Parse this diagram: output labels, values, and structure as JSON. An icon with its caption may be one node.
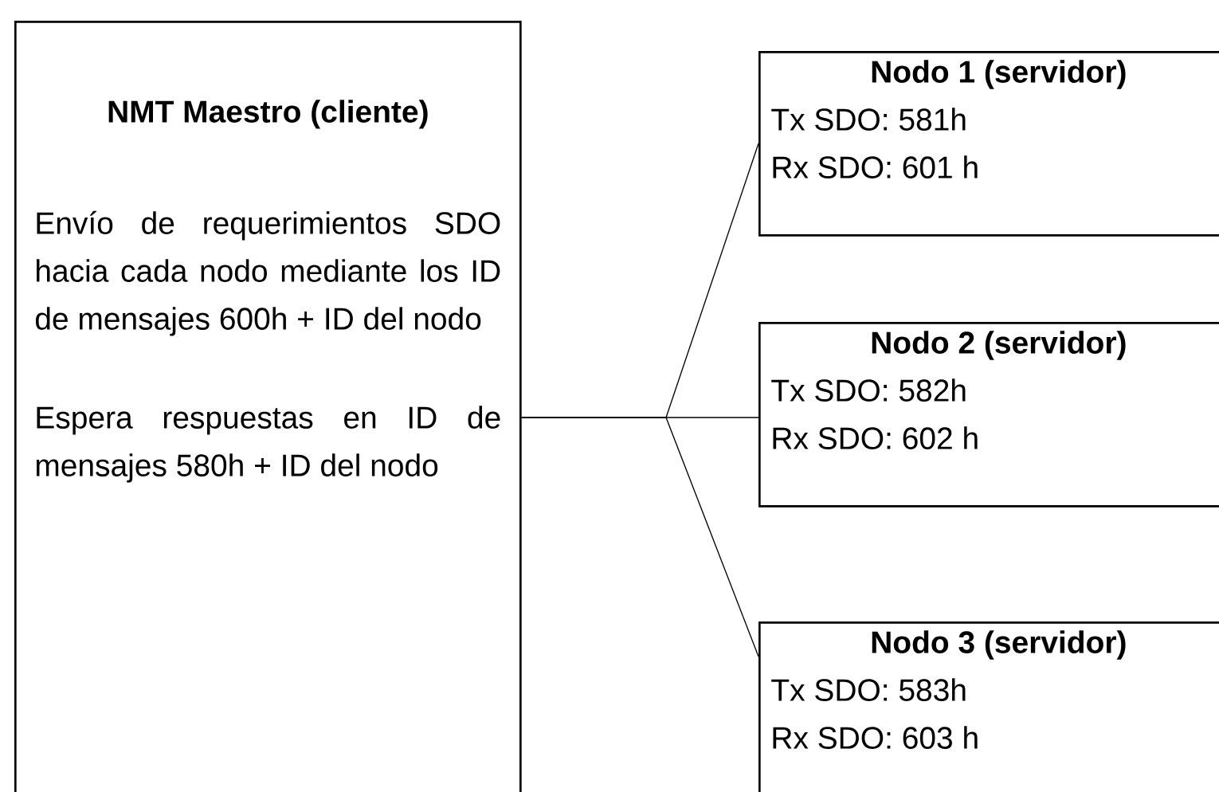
{
  "diagram": {
    "nodes": [
      {
        "text": [
          "NMT Maestro (cliente)",
          "Envío de requerimientos SDO hacia cada nodo mediante los ID de mensajes 600h + ID del nodo",
          "Espera respuestas en ID de mensajes 580h + ID del nodo"
        ]
      },
      {
        "text": [
          "Nodo 1 (servidor)",
          "Tx SDO: 581h",
          "Rx SDO: 601 h"
        ]
      },
      {
        "text": [
          "Nodo 2 (servidor)",
          "Tx SDO: 582h",
          "Rx SDO: 602 h"
        ]
      },
      {
        "text": [
          "Nodo 3 (servidor)",
          "Tx SDO: 583h",
          "Rx SDO: 603 h"
        ]
      }
    ],
    "edges": [
      {
        "from": 0,
        "to": 1,
        "arrow": "none"
      },
      {
        "from": 0,
        "to": 2,
        "arrow": "none"
      },
      {
        "from": 0,
        "to": 3,
        "arrow": "none"
      }
    ]
  }
}
